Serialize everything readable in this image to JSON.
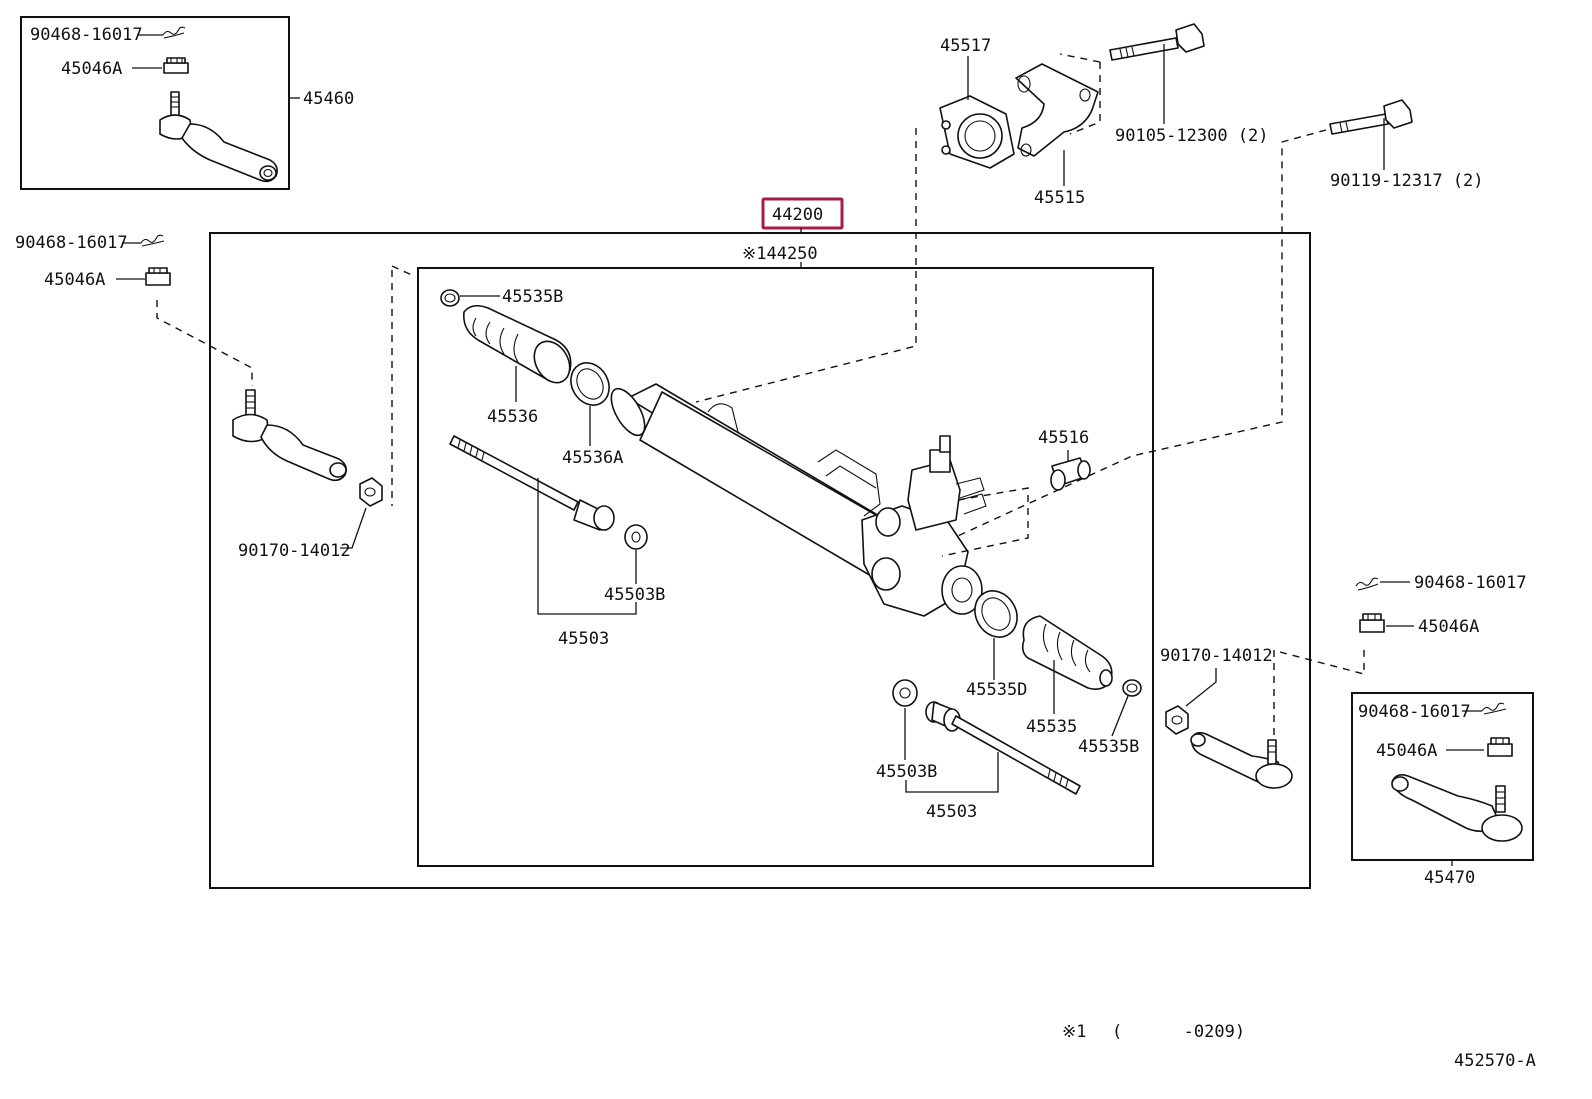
{
  "highlight_color": "#a51d45",
  "labels": {
    "tl_cotter": "90468-16017",
    "tl_nut": "45046A",
    "tl_assy": "45460",
    "l_cotter": "90468-16017",
    "l_nut": "45046A",
    "l_locknut": "90170-14012",
    "main_part": "44200",
    "sub_part": "※144250",
    "boot_clamp_l": "45535B",
    "boot_l": "45536",
    "clamp_l": "45536A",
    "inner_rod_l": "45503",
    "washer_l": "45503B",
    "bracket": "45517",
    "bracket_cap": "45515",
    "bolt_a": "90105-12300 (2)",
    "bolt_b": "90119-12317 (2)",
    "bushing": "45516",
    "clamp_r": "45535D",
    "boot_r": "45535",
    "boot_clamp_r": "45535B",
    "washer_r": "45503B",
    "inner_rod_r": "45503",
    "r_locknut": "90170-14012",
    "r_cotter": "90468-16017",
    "r_nut": "45046A",
    "br_cotter": "90468-16017",
    "br_nut": "45046A",
    "br_assy": "45470",
    "footnote_mark": "※1",
    "footnote_range": "(      -0209)",
    "diagram_code": "452570-A"
  }
}
